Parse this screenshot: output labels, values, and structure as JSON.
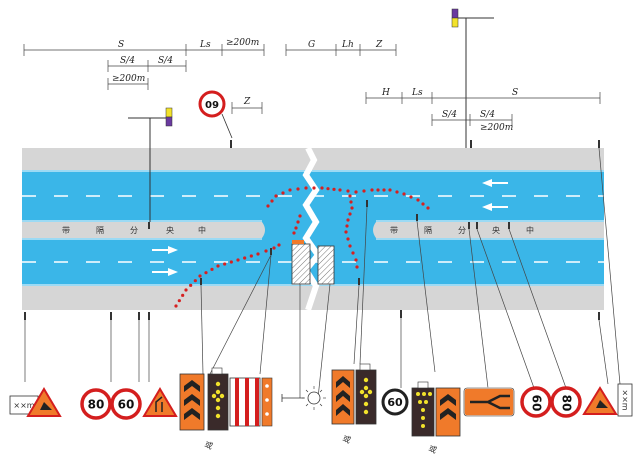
{
  "dimensions": {
    "top_left": {
      "S": "S",
      "Ls": "Ls",
      "min_200": "≥200m",
      "S4_a": "S/4",
      "S4_b": "S/4",
      "min_200_b": "≥200m"
    },
    "top_mid": {
      "G": "G",
      "Lh": "Lh",
      "Z": "Z"
    },
    "mid_left": {
      "Z": "Z"
    },
    "right": {
      "H": "H",
      "Ls": "Ls",
      "S": "S",
      "S4_a": "S/4",
      "S4_b": "S/4",
      "min_200": "≥200m"
    }
  },
  "median_text": {
    "left": [
      "带",
      "隔",
      "分",
      "央",
      "中"
    ],
    "right": [
      "带",
      "隔",
      "分",
      "央",
      "中"
    ]
  },
  "signs": {
    "speed_80": "80",
    "speed_60": "60",
    "work_plate": "××m",
    "note_or_1": "或",
    "note_or_2": "或",
    "note_or_3": "或"
  },
  "colors": {
    "lane": "#3ab6e8",
    "shoulder": "#d6d6d6",
    "work_zone": "#d62020",
    "sign_orange": "#f07a2a",
    "sign_red": "#d41e1e"
  }
}
